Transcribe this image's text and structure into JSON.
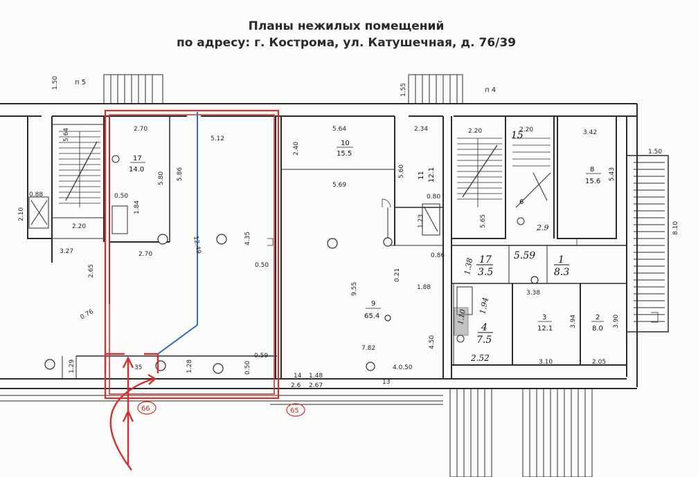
{
  "title": {
    "line1": "Планы нежилых помещений",
    "line2": "по адресу: г. Кострома, ул. Катушечная, д. 76/39"
  },
  "colors": {
    "wall": "#2b2b2b",
    "highlight": "#d32f2f",
    "path": "#2e6fbf",
    "arrow": "#d32f2f"
  },
  "porches": {
    "p5": "п 5",
    "p4": "п 4"
  },
  "axes": {
    "a66": "66",
    "a65": "65"
  },
  "dims": {
    "d150a": "1.50",
    "d155": "1.55",
    "d150b": "1.50",
    "d810": "8.10",
    "d564": "5.64",
    "d210": "2.10",
    "d088": "0.88",
    "d220a": "2.20",
    "d327": "3.27",
    "d265": "2.65",
    "d076": "0.76",
    "d129": "1.29",
    "d270a": "2.70",
    "d580": "5.80",
    "d586": "5.86",
    "d050a": "0.50",
    "d184": "1.84",
    "d270b": "2.70",
    "d512": "5.12",
    "d1249": "12.49",
    "d435": "4.35",
    "d050b": "0.50",
    "d128": "1.28",
    "d050c": "0.50",
    "d059": "0.59",
    "d35": "35",
    "d240": "2.40",
    "d564b": "5.64",
    "d569": "5.69",
    "d560": "5.60",
    "d955": "9.55",
    "d021": "0.21",
    "d782": "7.82",
    "d450": "4.50",
    "d050d": "4.0.50",
    "d13": "13",
    "d14": "14",
    "d148": "1.48",
    "d26": "2.6",
    "d267": "2.67",
    "d234": "2.34",
    "d080": "0.80",
    "d123": "1.23",
    "d220b": "2.20",
    "d565": "5.65",
    "d086": "0.86",
    "d188": "1.88",
    "d220c": "2.20",
    "d342": "3.42",
    "d543": "5.43",
    "d394": "3.94",
    "d310": "3.10",
    "d390": "3.90",
    "d205": "2.05",
    "d338": "3.38"
  },
  "rooms": {
    "r17a": {
      "n": "17",
      "a": "14.0"
    },
    "r10": {
      "n": "10",
      "a": "15.5"
    },
    "r11": {
      "n": "11",
      "a": "12.1"
    },
    "r9": {
      "n": "9",
      "a": "65.4"
    },
    "r8": {
      "n": "8",
      "a": "15.6"
    },
    "r6": {
      "n": "6"
    },
    "r3": {
      "n": "3",
      "a": "12.1"
    },
    "r2": {
      "n": "2",
      "a": "8.0"
    }
  },
  "handwritten": {
    "r17b_n": "17",
    "r17b_a": "3.5",
    "r17b_d": "1.38",
    "r559": "5.59",
    "r1_n": "1",
    "r1_a": "8.3",
    "r4_n": "4",
    "r4_a": "7.5",
    "r252": "2.52",
    "r194": "1.94",
    "r15": "15",
    "r29": "2.9",
    "r110": "1.10"
  }
}
